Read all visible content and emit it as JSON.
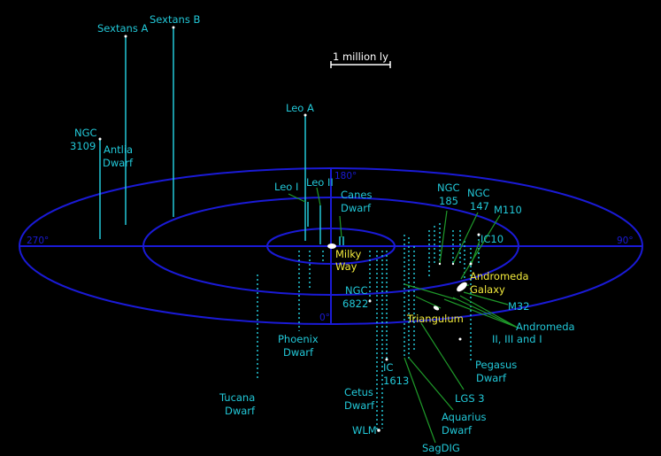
{
  "colors": {
    "background": "#000000",
    "rings": "#1a1ad6",
    "galaxy_label": "#22c8d8",
    "local_label": "#f2ea3c",
    "connector": "#1f9a2a",
    "marker": "#ffffff",
    "scale_text": "#ffffff"
  },
  "scale_bar": {
    "label": "1 million ly"
  },
  "angles": {
    "a0": "0°",
    "a90": "90°",
    "a180": "180°",
    "a270": "270°"
  },
  "galaxies": {
    "sextans_a": "Sextans A",
    "sextans_b": "Sextans B",
    "ngc3109": [
      "NGC",
      "3109"
    ],
    "antlia": [
      "Antlia",
      "Dwarf"
    ],
    "leo_a": "Leo A",
    "leo_i": "Leo I",
    "leo_ii": "Leo II",
    "canes": [
      "Canes",
      "Dwarf"
    ],
    "ngc185": [
      "NGC",
      "185"
    ],
    "ngc147": [
      "NGC",
      "147"
    ],
    "m110": "M110",
    "ic10": "IC10",
    "milky_way": [
      "Milky",
      "Way"
    ],
    "andromeda": [
      "Andromeda",
      "Galaxy"
    ],
    "m32": "M32",
    "andromeda_sats": [
      "Andromeda",
      "II, III and I"
    ],
    "ngc6822": [
      "NGC",
      "6822"
    ],
    "triangulum": "Triangulum",
    "phoenix": [
      "Phoenix",
      "Dwarf"
    ],
    "pegasus": [
      "Pegasus",
      "Dwarf"
    ],
    "ic1613": [
      "IC",
      "1613"
    ],
    "tucana": [
      "Tucana",
      "Dwarf"
    ],
    "cetus": [
      "Cetus",
      "Dwarf"
    ],
    "lgs3": "LGS 3",
    "aquarius": [
      "Aquarius",
      "Dwarf"
    ],
    "wlm": "WLM",
    "sagdig": "SagDIG"
  }
}
